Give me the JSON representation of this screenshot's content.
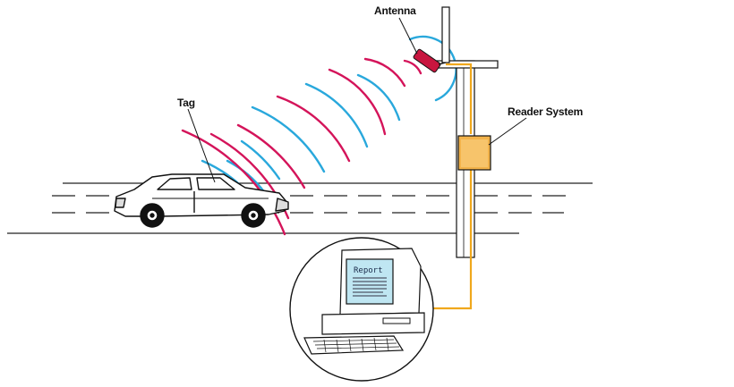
{
  "labels": {
    "antenna": "Antenna",
    "tag": "Tag",
    "reader_system": "Reader System",
    "report": "Report"
  },
  "colors": {
    "wave_blue": "#29a8dc",
    "wave_red": "#d4145a",
    "cable": "#f0a81c",
    "reader_box": "#f2b24a",
    "screen": "#bfe6f2",
    "ink": "#111111"
  },
  "icons": [
    "antenna-icon",
    "car-icon",
    "computer-icon",
    "rfid-tag-icon"
  ]
}
